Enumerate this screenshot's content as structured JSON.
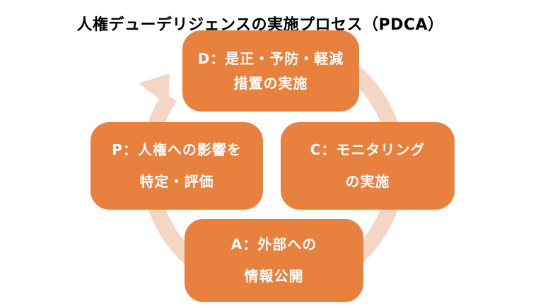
{
  "title": "人権デューデリジェンスの実施プロセス（PDCA）",
  "colors": {
    "box_orange": "#E8803E",
    "arc_peach": "#F4D6C5",
    "box_text": "#FFFFFF",
    "title_text": "#000000"
  },
  "cycle": {
    "direction": "clockwise",
    "steps": [
      {
        "id": "plan",
        "position": "left",
        "line1": "P：人権への影響を",
        "line2": "特定・評価"
      },
      {
        "id": "do",
        "position": "top",
        "line1": "D：是正・予防・軽減",
        "line2": "措置の実施"
      },
      {
        "id": "check",
        "position": "right",
        "line1": "C：モニタリング",
        "line2": "の実施"
      },
      {
        "id": "act",
        "position": "bottom",
        "line1": "A：外部への",
        "line2": "情報公開"
      }
    ]
  }
}
